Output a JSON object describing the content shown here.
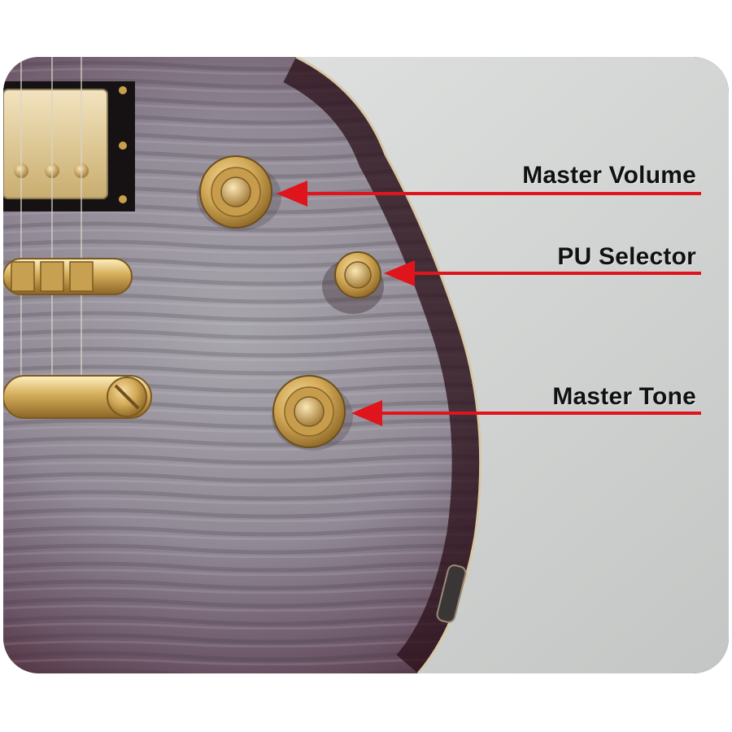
{
  "image": {
    "subject": "electric-guitar-body-controls",
    "colors": {
      "background_panel": "#d3d5d4",
      "frame": "#2b2b2b",
      "arrow": "#e0141c",
      "gold_hardware": "#c9a04a",
      "burst_edge": "#3a1420"
    }
  },
  "callouts": [
    {
      "id": "volume",
      "label": "Master Volume",
      "icon": "volume-knob-icon"
    },
    {
      "id": "selector",
      "label": "PU Selector",
      "icon": "selector-switch-icon"
    },
    {
      "id": "tone",
      "label": "Master Tone",
      "icon": "tone-knob-icon"
    }
  ]
}
